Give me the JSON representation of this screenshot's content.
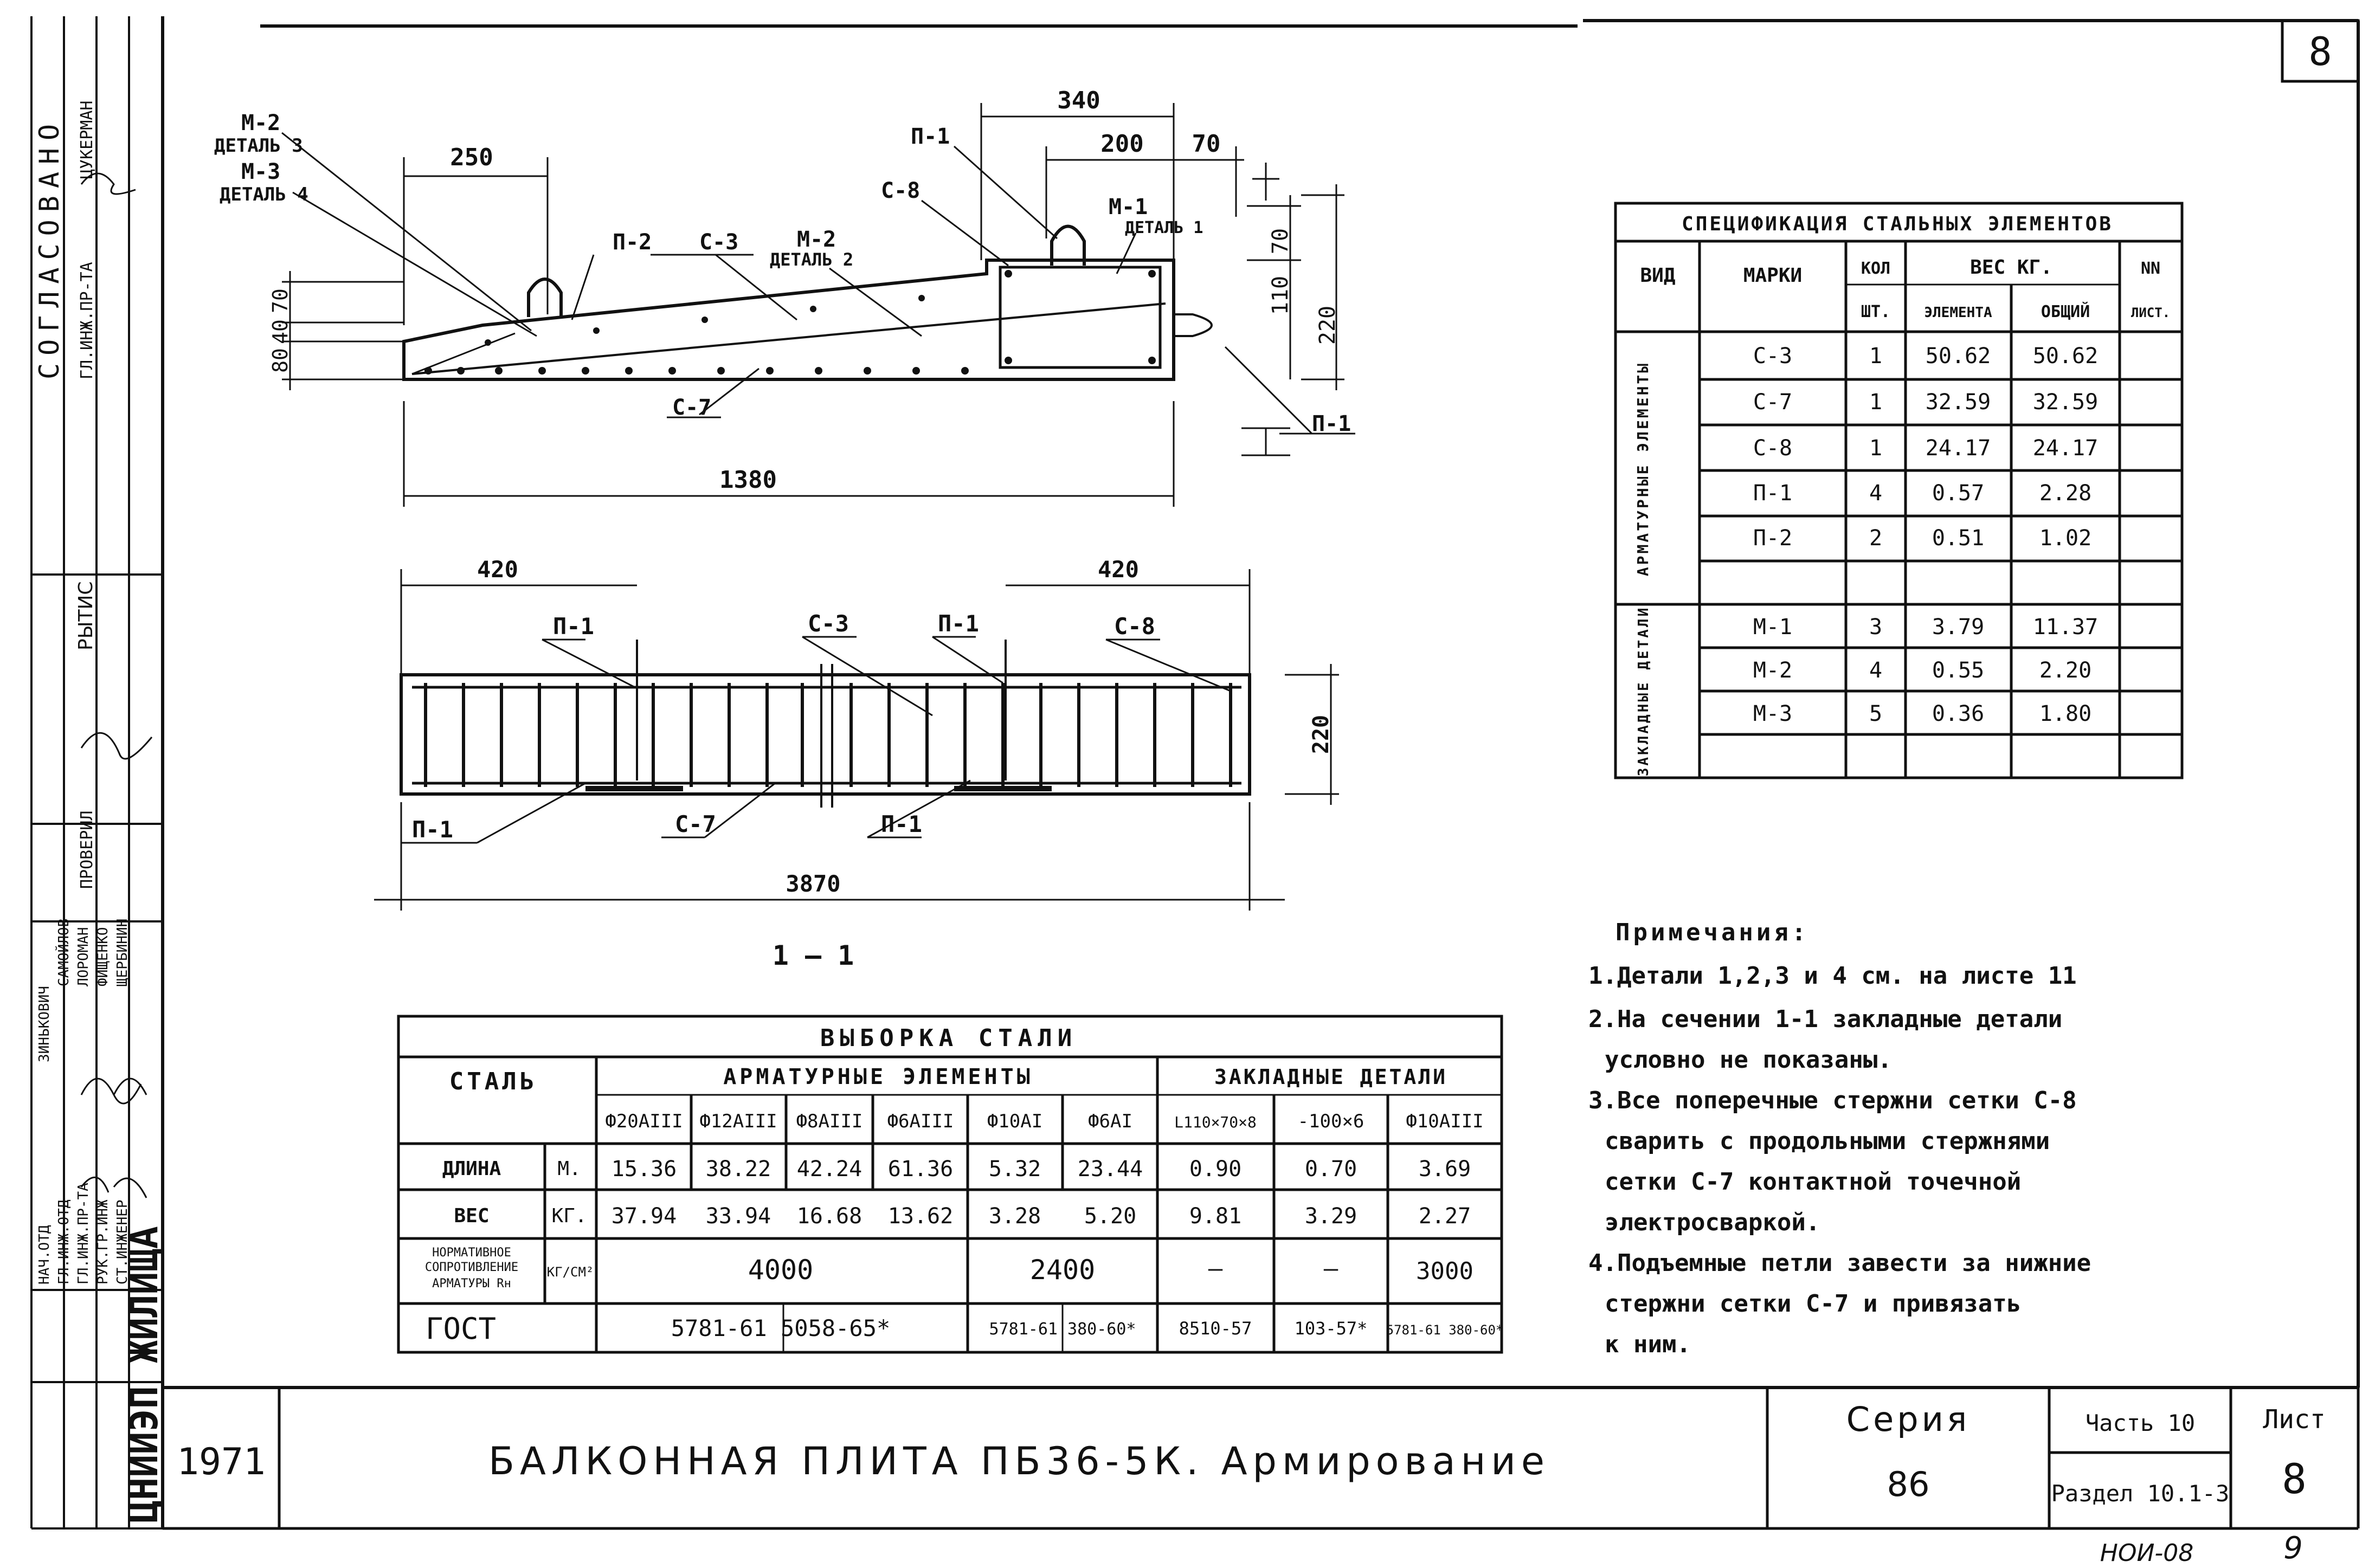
{
  "sheet": {
    "number_top": "8",
    "year": "1971",
    "title": "БАЛКОННАЯ ПЛИТА ПБ36-5К. Армирование",
    "series_label": "Серия",
    "series_value": "86",
    "part": "Часть 10",
    "section": "Раздел 10.1-3",
    "list_label": "Лист",
    "list_value": "8",
    "footer_code": "НОИ-08",
    "footer_page": "9"
  },
  "stamp": {
    "agreed": "СОГЛАСОВАНО",
    "chief_engineer": "ГЛ.ИНЖ.ПР-ТА",
    "surname_1": "ЦУКЕРМАН",
    "checked": "ПРОВЕРИЛ",
    "checker": "РЫТИС",
    "dept_head": "НАЧ.ОТД",
    "chief_dept": "ГЛ.ИНЖ.ОТД",
    "chief_proj": "ГЛ.ИНЖ.ПР-ТА",
    "group_head": "РУК.ГР.ИНЖ",
    "senior_eng": "СТ.ИНЖЕНЕР",
    "name_a": "ЗИНЬКОВИЧ",
    "name_b": "САМОЙЛОВ",
    "name_c": "ЛОРОМАН",
    "name_d": "ФИЩЕНКО",
    "name_e": "ЩЕРБИНИН",
    "org": "ЦНИИЭП ЖИЛИЩА"
  },
  "section_view": {
    "dims": [
      "250",
      "340",
      "200",
      "70",
      "70",
      "110",
      "220",
      "80",
      "40",
      "70",
      "1380"
    ],
    "labels": {
      "m2_d3": "М-2",
      "det3": "ДЕТАЛЬ 3",
      "m3_d4": "М-3",
      "det4": "ДЕТАЛЬ 4",
      "p2": "П-2",
      "c3": "С-3",
      "m2_d2": "М-2",
      "det2": "ДЕТАЛЬ 2",
      "p1_top": "П-1",
      "c8": "С-8",
      "m1": "М-1",
      "det1": "ДЕТАЛЬ 1",
      "c7": "С-7",
      "p1_right": "П-1"
    }
  },
  "plan_view": {
    "dims": [
      "420",
      "420",
      "220",
      "3870"
    ],
    "labels": {
      "p1_a": "П-1",
      "c3": "С-3",
      "p1_b": "П-1",
      "c8": "С-8",
      "p1_c": "П-1",
      "c7": "С-7",
      "p1_d": "П-1"
    },
    "cut": "1 — 1"
  },
  "spec_table": {
    "title": "СПЕЦИФИКАЦИЯ СТАЛЬНЫХ ЭЛЕМЕНТОВ",
    "headers": {
      "kind": "ВИД",
      "mark": "МАРКИ",
      "qty": "КОЛ",
      "qty_unit": "ШТ.",
      "weight": "ВЕС КГ.",
      "w_el": "ЭЛЕМЕНТА",
      "w_total": "ОБЩИЙ",
      "sheet": "NN",
      "sheet_sub": "ЛИСТ."
    },
    "group1": "АРМАТУРНЫЕ ЭЛЕМЕНТЫ",
    "group2": "ЗАКЛАДНЫЕ ДЕТАЛИ",
    "rows": [
      [
        "С-3",
        "1",
        "50.62",
        "50.62"
      ],
      [
        "С-7",
        "1",
        "32.59",
        "32.59"
      ],
      [
        "С-8",
        "1",
        "24.17",
        "24.17"
      ],
      [
        "П-1",
        "4",
        "0.57",
        "2.28"
      ],
      [
        "П-2",
        "2",
        "0.51",
        "1.02"
      ],
      [
        "",
        "",
        "",
        ""
      ],
      [
        "М-1",
        "3",
        "3.79",
        "11.37"
      ],
      [
        "М-2",
        "4",
        "0.55",
        "2.20"
      ],
      [
        "М-3",
        "5",
        "0.36",
        "1.80"
      ],
      [
        "",
        "",
        "",
        ""
      ]
    ]
  },
  "notes": {
    "title": "Примечания:",
    "lines": [
      "1.Детали 1,2,3 и 4 см. на листе 11",
      "2.На сечении 1-1 закладные детали",
      "условно не показаны.",
      "3.Все поперечные стержни сетки С-8",
      "сварить с продольными стержнями",
      "сетки С-7 контактной точечной",
      "электросваркой.",
      "4.Подъемные петли завести за нижние",
      "стержни сетки С-7 и привязать",
      "к ним."
    ]
  },
  "steel_table": {
    "title": "ВЫБОРКА СТАЛИ",
    "steel": "СТАЛЬ",
    "group_a": "АРМАТУРНЫЕ ЭЛЕМЕНТЫ",
    "group_b": "ЗАКЛАДНЫЕ ДЕТАЛИ",
    "cols": [
      "Ф20АIII",
      "Ф12АIII",
      "Ф8АIII",
      "Ф6АIII",
      "Ф10АI",
      "Ф6АI",
      "L110×70×8",
      "-100×6",
      "Ф10АIII"
    ],
    "length_label": "ДЛИНА",
    "length_unit": "М.",
    "length": [
      "15.36",
      "38.22",
      "42.24",
      "61.36",
      "5.32",
      "23.44",
      "0.90",
      "0.70",
      "3.69"
    ],
    "weight_label": "ВЕС",
    "weight_unit": "КГ.",
    "weight": [
      "37.94",
      "33.94",
      "16.68",
      "13.62",
      "3.28",
      "5.20",
      "9.81",
      "3.29",
      "2.27"
    ],
    "norm_label_1": "НОРМАТИВНОЕ",
    "norm_label_2": "СОПРОТИВЛЕНИЕ",
    "norm_label_3": "АРМАТУРЫ Rн",
    "norm_unit": "КГ/СМ²",
    "norm_a": "4000",
    "norm_b": "2400",
    "norm_c": "—",
    "norm_d": "—",
    "norm_e": "3000",
    "gost_label": "ГОСТ",
    "gost_a": "5781-61 5058-65*",
    "gost_b": "5781-61 380-60*",
    "gost_c": "8510-57",
    "gost_d": "103-57*",
    "gost_e": "5781-61 380-60*"
  }
}
